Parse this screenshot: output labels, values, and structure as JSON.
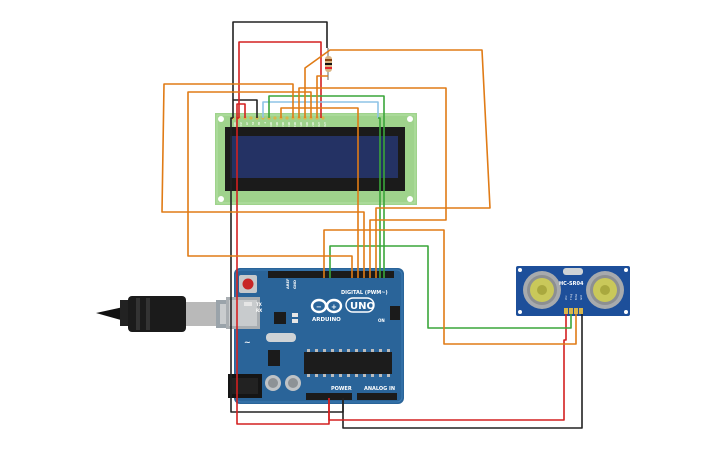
{
  "arduino": {
    "brand": "ARDUINO",
    "model": "UNO",
    "digital_label": "DIGITAL (PWM~)",
    "power_label": "POWER",
    "analog_label": "ANALOG IN",
    "aref_label": "AREF",
    "gnd_label": "GND",
    "tx_label": "TX",
    "rx_label": "RX",
    "on_label": "ON"
  },
  "sensor": {
    "model_label": "HC-SR04",
    "pins": [
      "Vcc",
      "Trig",
      "Echo",
      "Gnd"
    ]
  },
  "lcd": {
    "pins": [
      "GND",
      "VCC",
      "V0",
      "RS",
      "RW",
      "E",
      "DB0",
      "DB1",
      "DB2",
      "DB3",
      "DB4",
      "DB5",
      "DB6",
      "DB7",
      "LED",
      "LED"
    ]
  },
  "colors": {
    "board": "#2a6499",
    "lcd_pcb": "#9fd38c",
    "lcd_screen": "#243264",
    "sensor_board": "#1d4f9a",
    "wire_orange": "#e07b16",
    "wire_red": "#d42020",
    "wire_black": "#222222",
    "wire_green": "#3aa63a",
    "wire_blue": "#8ec3e6"
  }
}
